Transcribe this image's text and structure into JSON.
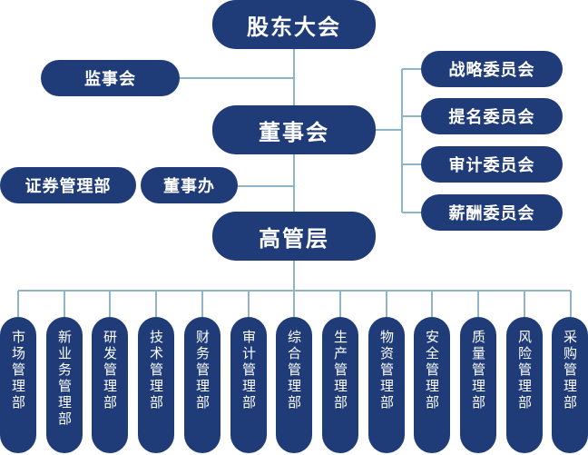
{
  "top": {
    "shareholders": "股东大会",
    "supervisors": "监事会",
    "board": "董事会",
    "securities": "证券管理部",
    "board_office": "董事办",
    "management": "高管层"
  },
  "committees": [
    "战略委员会",
    "提名委员会",
    "审计委员会",
    "薪酬委员会"
  ],
  "departments": [
    "市场管理部",
    "新业务管理部",
    "研发管理部",
    "技术管理部",
    "财务管理部",
    "审计管理部",
    "综合管理部",
    "生产管理部",
    "物资管理部",
    "安全管理部",
    "质量管理部",
    "风险管理部",
    "采购管理部"
  ],
  "colors": {
    "node": "#1f3c78",
    "line": "#8fb3c9",
    "text": "#ffffff"
  }
}
